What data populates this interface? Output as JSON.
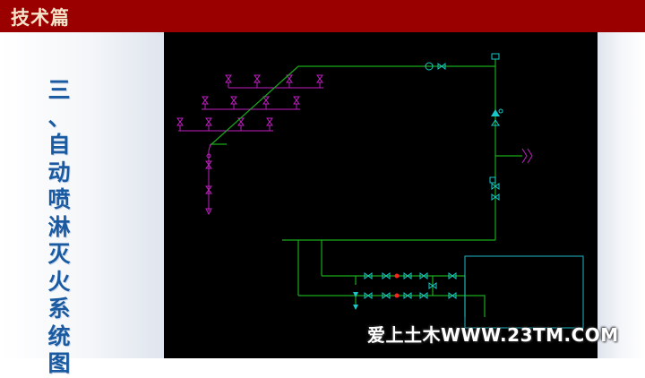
{
  "header": {
    "title": "技术篇"
  },
  "sidebar": {
    "title_chars": [
      "三",
      "、",
      "自",
      "动",
      "喷",
      "淋",
      "灭",
      "火",
      "系",
      "统",
      "图"
    ]
  },
  "diagram": {
    "colors": {
      "background": "#000000",
      "pipe": "#1aaa1a",
      "sprinkler": "#c020c0",
      "device": "#18c8c8",
      "alarm": "#ff2020",
      "pump_room": "#20b8c8"
    }
  },
  "watermark": {
    "text": "爱上土木WWW.23TM.COM"
  }
}
